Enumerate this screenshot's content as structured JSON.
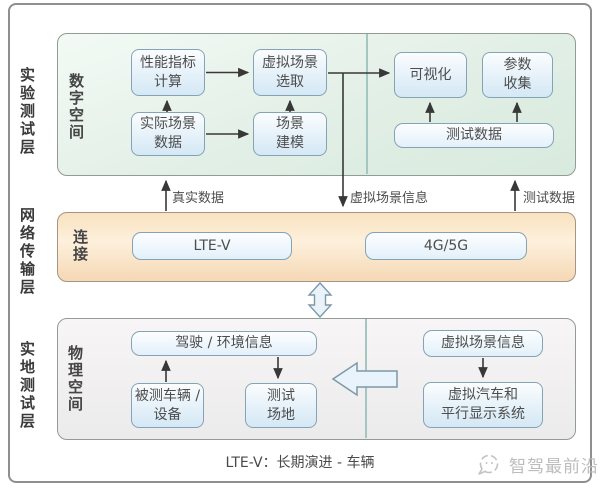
{
  "colors": {
    "frame-border": "#8f8f8f",
    "digital-layer-bg": "#e2efe6",
    "network-layer-bg": "#f9e2c0",
    "physical-layer-bg": "#f7f5f6",
    "node-border": "#85a3b4",
    "node-bg": "#d4e8f5",
    "divider": "#a3c6c2",
    "arrow": "#383838",
    "watermark": "#bdbdbd"
  },
  "rails": {
    "experiment": "实验测试层",
    "network": "网络传输层",
    "field": "实地测试层"
  },
  "digital_space": {
    "label": "数字空间",
    "nodes": {
      "perf_calc": "性能指标\n计算",
      "real_scene_data": "实际场景\n数据",
      "virtual_scene_select": "虚拟场景\n选取",
      "scene_modeling": "场景\n建模",
      "visualization": "可视化",
      "param_collect": "参数\n收集",
      "test_data": "测试数据"
    }
  },
  "network_layer": {
    "label": "连接",
    "nodes": {
      "lte_v": "LTE-V",
      "g4_5g": "4G/5G"
    }
  },
  "physical_space": {
    "label": "物理空间",
    "nodes": {
      "driving_env_info": "驾驶 / 环境信息",
      "vehicle_under_test": "被测车辆 /\n设备",
      "test_field": "测试\n场地",
      "virtual_scene_info": "虚拟场景信息",
      "virtual_car_system": "虚拟汽车和\n平行显示系统"
    }
  },
  "flow_labels": {
    "real_data": "真实数据",
    "virtual_scene_info": "虚拟场景信息",
    "test_data": "测试数据"
  },
  "caption": "LTE-V：长期演进 - 车辆",
  "watermark": "智驾最前沿"
}
